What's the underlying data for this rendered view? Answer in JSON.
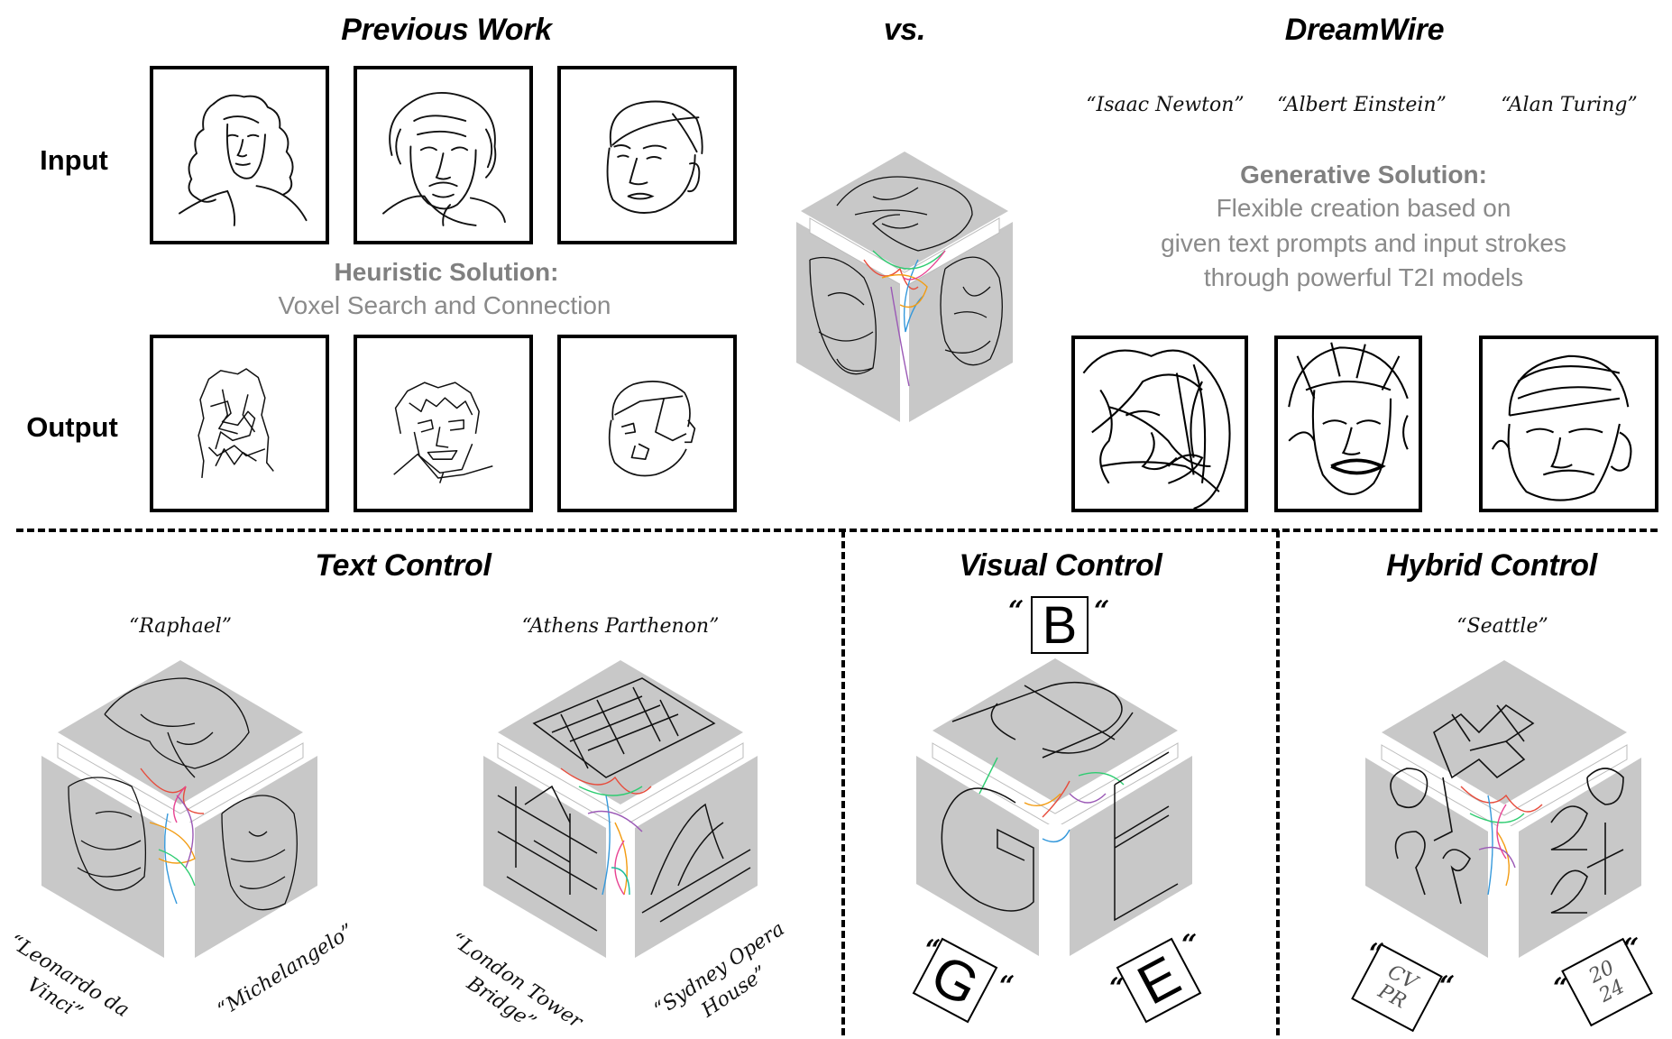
{
  "header": {
    "left_title": "Previous Work",
    "center_title": "vs.",
    "right_title": "DreamWire"
  },
  "previous_work": {
    "row_labels": {
      "input": "Input",
      "output": "Output"
    },
    "input_frames": [
      "Isaac Newton line drawing",
      "Albert Einstein line drawing",
      "Alan Turing line drawing"
    ],
    "output_frames": [
      "Isaac Newton wire output",
      "Albert Einstein wire output",
      "Alan Turing wire output"
    ],
    "solution_heading": "Heuristic Solution:",
    "solution_text": "Voxel Search and Connection"
  },
  "dreamwire": {
    "prompts": [
      "“Isaac Newton”",
      "“Albert Einstein”",
      "“Alan Turing”"
    ],
    "solution_heading": "Generative Solution:",
    "solution_lines": [
      "Flexible creation based on",
      "given text prompts and input strokes",
      "through powerful T2I models"
    ],
    "output_frames": [
      "Isaac Newton generated wire",
      "Albert Einstein generated wire",
      "Alan Turing generated wire"
    ]
  },
  "sections": {
    "text_control": {
      "title": "Text Control",
      "cubes": [
        {
          "top_prompt": "“Raphael”",
          "left_prompt_lines": [
            "“Leonardo da",
            "Vinci”"
          ],
          "right_prompt_lines": [
            "“Michelangelo”"
          ]
        },
        {
          "top_prompt": "“Athens Parthenon”",
          "left_prompt_lines": [
            "“London Tower",
            "Bridge”"
          ],
          "right_prompt_lines": [
            "“Sydney Opera",
            "House”"
          ]
        }
      ]
    },
    "visual_control": {
      "title": "Visual Control",
      "top_letter": "B",
      "left_letter": "G",
      "right_letter": "E",
      "quote_open": "“",
      "quote_close": "“"
    },
    "hybrid_control": {
      "title": "Hybrid Control",
      "top_prompt": "“Seattle”",
      "left_box_lines": [
        "CV",
        "PR"
      ],
      "right_box_lines": [
        "20",
        "24"
      ],
      "quote_open": "“",
      "quote_close": "“"
    }
  },
  "colors": {
    "face_gray": "#c8c8c8",
    "heading_gray": "#808080",
    "stroke": "#000000",
    "wire_colors": [
      "#e74c3c",
      "#3498db",
      "#2ecc71",
      "#9b59b6",
      "#f39c12",
      "#1abc9c",
      "#e84393",
      "#6c5ce7"
    ]
  }
}
